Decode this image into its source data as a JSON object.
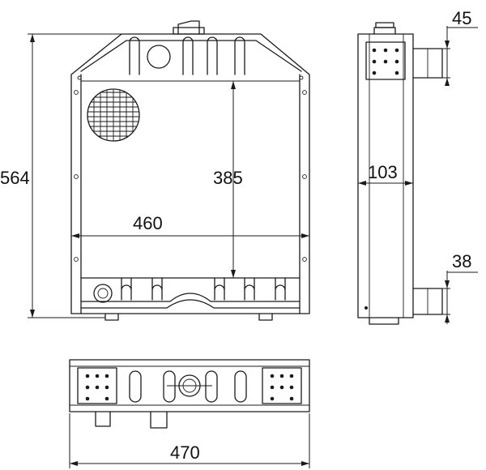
{
  "dimensions": {
    "height_overall": "564",
    "core_height": "385",
    "core_width": "460",
    "depth": "103",
    "upper_pipe": "45",
    "lower_pipe": "38",
    "bottom_width": "470"
  },
  "colors": {
    "line": "#1a1a1a",
    "background": "#ffffff"
  }
}
